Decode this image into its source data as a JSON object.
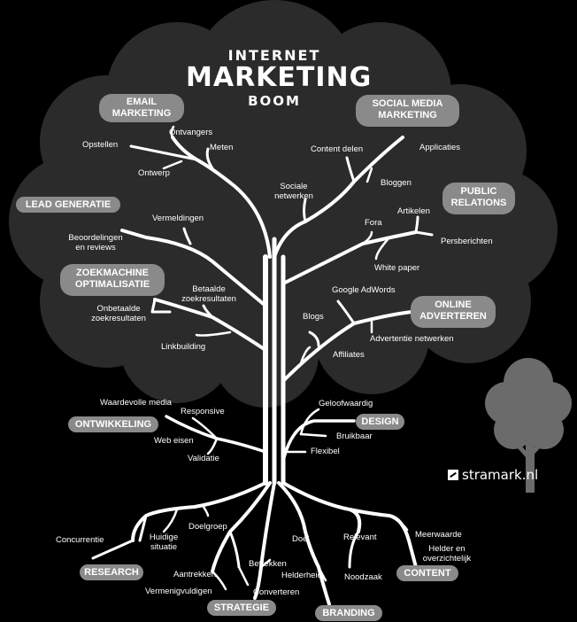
{
  "title": {
    "line1": "INTERNET",
    "line2": "MARKETING",
    "line3": "BOOM"
  },
  "logo": {
    "text": "stramark.nl"
  },
  "categories": {
    "email": [
      "EMAIL",
      "MARKETING"
    ],
    "social": [
      "SOCIAL MEDIA",
      "MARKETING"
    ],
    "lead": "LEAD GENERATIE",
    "pr": [
      "PUBLIC",
      "RELATIONS"
    ],
    "seo": [
      "ZOEKMACHINE",
      "OPTIMALISATIE"
    ],
    "online": [
      "ONLINE",
      "ADVERTEREN"
    ],
    "ontwikkeling": "ONTWIKKELING",
    "design": "DESIGN",
    "research": "RESEARCH",
    "content": "CONTENT",
    "strategie": "STRATEGIE",
    "branding": "BRANDING"
  },
  "labels": {
    "ontvangers": "Ontvangers",
    "opstellen": "Opstellen",
    "meten": "Meten",
    "ontwerp": "Ontwerp",
    "content_delen": "Content delen",
    "applicaties": "Applicaties",
    "sociale_netwerken": [
      "Sociale",
      "netwerken"
    ],
    "bloggen": "Bloggen",
    "artikelen": "Artikelen",
    "fora": "Fora",
    "persberichten": "Persberichten",
    "white_paper": "White paper",
    "vermeldingen": "Vermeldingen",
    "beoordelingen": [
      "Beoordelingen",
      "en reviews"
    ],
    "betaalde": [
      "Betaalde",
      "zoekresultaten"
    ],
    "onbetaalde": [
      "Onbetaalde",
      "zoekresultaten"
    ],
    "linkbuilding": "Linkbuilding",
    "google_adwords": "Google AdWords",
    "blogs": "Blogs",
    "advertentie_netwerken": "Advertentie netwerken",
    "affiliates": "Affiliates",
    "waardevolle_media": "Waardevolle media",
    "responsive": "Responsive",
    "web_eisen": "Web eisen",
    "validatie": "Validatie",
    "geloofwaardig": "Geloofwaardig",
    "bruikbaar": "Bruikbaar",
    "flexibel": "Flexibel",
    "concurrentie": "Concurrentie",
    "huidige_situatie": [
      "Huidige",
      "situatie"
    ],
    "doelgroep": "Doelgroep",
    "aantrekken": "Aantrekken",
    "vermenigvuldigen": "Vermenigvuldigen",
    "betrekken": "Betrekken",
    "converteren": "Converteren",
    "doel": "Doel",
    "helderheid": "Helderheid",
    "relevant": "Relevant",
    "noodzaak": "Noodzaak",
    "meerwaarde": "Meerwaarde",
    "helder": [
      "Helder en",
      "overzichtelijk"
    ]
  },
  "colors": {
    "background": "#000000",
    "canopy": "#2b2b2b",
    "branch": "#ffffff",
    "pill": "#8a8a8a",
    "small_tree": "#6b6b6b"
  }
}
